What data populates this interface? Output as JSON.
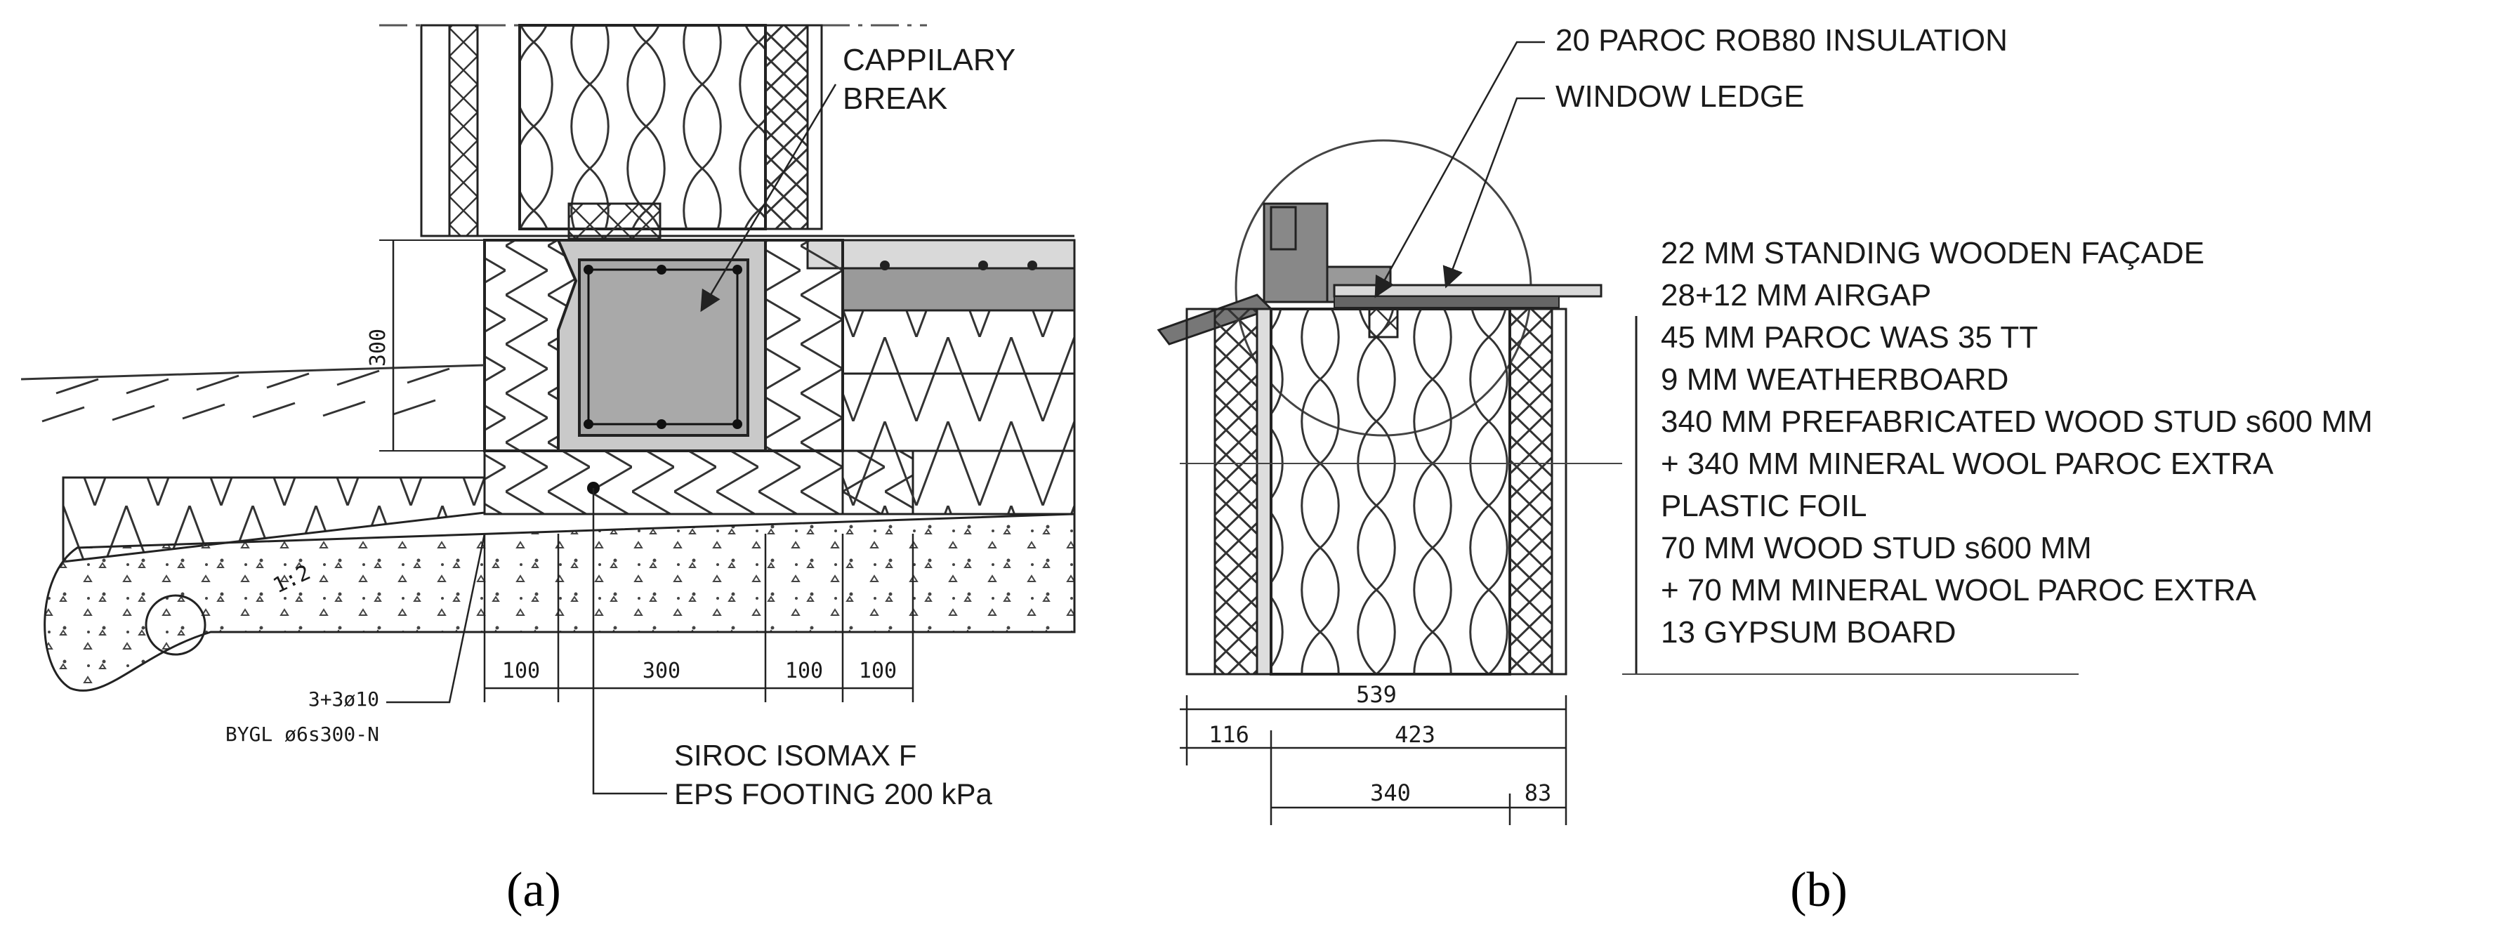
{
  "panel_a": {
    "caption": "(a)",
    "capillary_break": [
      "CAPPILARY",
      "BREAK"
    ],
    "footing_label": [
      "SIROC ISOMAX F",
      "EPS FOOTING 200 kPa"
    ],
    "dim_vertical": "300",
    "dim_bottom": [
      "100",
      "300",
      "100",
      "100"
    ],
    "rebar_note": [
      "3+3ø10",
      "BYGL ø6s300-N"
    ],
    "slope_note": "1:2"
  },
  "panel_b": {
    "caption": "(b)",
    "insulation_label": "20 PAROC ROB80 INSULATION",
    "ledge_label": "WINDOW LEDGE",
    "layers": [
      "22 MM STANDING WOODEN FAÇADE",
      "28+12 MM AIRGAP",
      "45 MM PAROC WAS 35 TT",
      "9 MM WEATHERBOARD",
      "340 MM PREFABRICATED WOOD STUD s600 MM",
      "+ 340 MM MINERAL WOOL PAROC EXTRA",
      "PLASTIC FOIL",
      "70 MM WOOD STUD s600 MM",
      "+ 70 MM MINERAL WOOL PAROC EXTRA",
      "13 GYPSUM BOARD"
    ],
    "dims": {
      "total": "539",
      "outer": "116",
      "inner": "423",
      "stud": "340",
      "inside": "83"
    }
  }
}
